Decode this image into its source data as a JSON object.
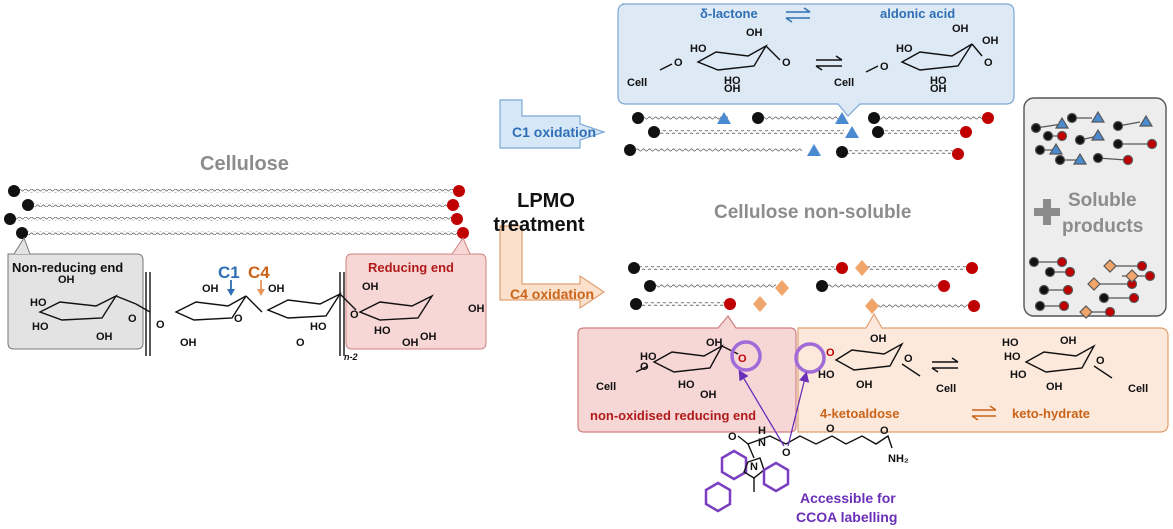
{
  "title_cellulose": "Cellulose",
  "non_reducing_end": "Non-reducing end",
  "reducing_end": "Reducing end",
  "c1": "C1",
  "c4": "C4",
  "n_minus_2": "n-2",
  "lpmo_line1": "LPMO",
  "lpmo_line2": "treatment",
  "c1_oxidation": "C1 oxidation",
  "c4_oxidation": "C4 oxidation",
  "delta_lactone": "δ-lactone",
  "aldonic_acid": "aldonic acid",
  "cellulose_non_soluble": "Cellulose non-soluble",
  "soluble_line1": "Soluble",
  "soluble_line2": "products",
  "non_oxidised_reducing_end": "non-oxidised reducing end",
  "ketoaldose": "4-ketoaldose",
  "keto_hydrate": "keto-hydrate",
  "accessible_line1": "Accessible for",
  "accessible_line2": "CCOA labelling",
  "atom_labels": {
    "oh": "OH",
    "ho": "HO",
    "o": "O",
    "cell": "Cell",
    "h": "H",
    "n": "N",
    "nh2": "NH2"
  },
  "colors": {
    "blue": "#2f6fb5",
    "orange": "#e8955a",
    "red": "#c00000",
    "purple": "#7a3fc0",
    "grey": "#8c8c8c"
  }
}
